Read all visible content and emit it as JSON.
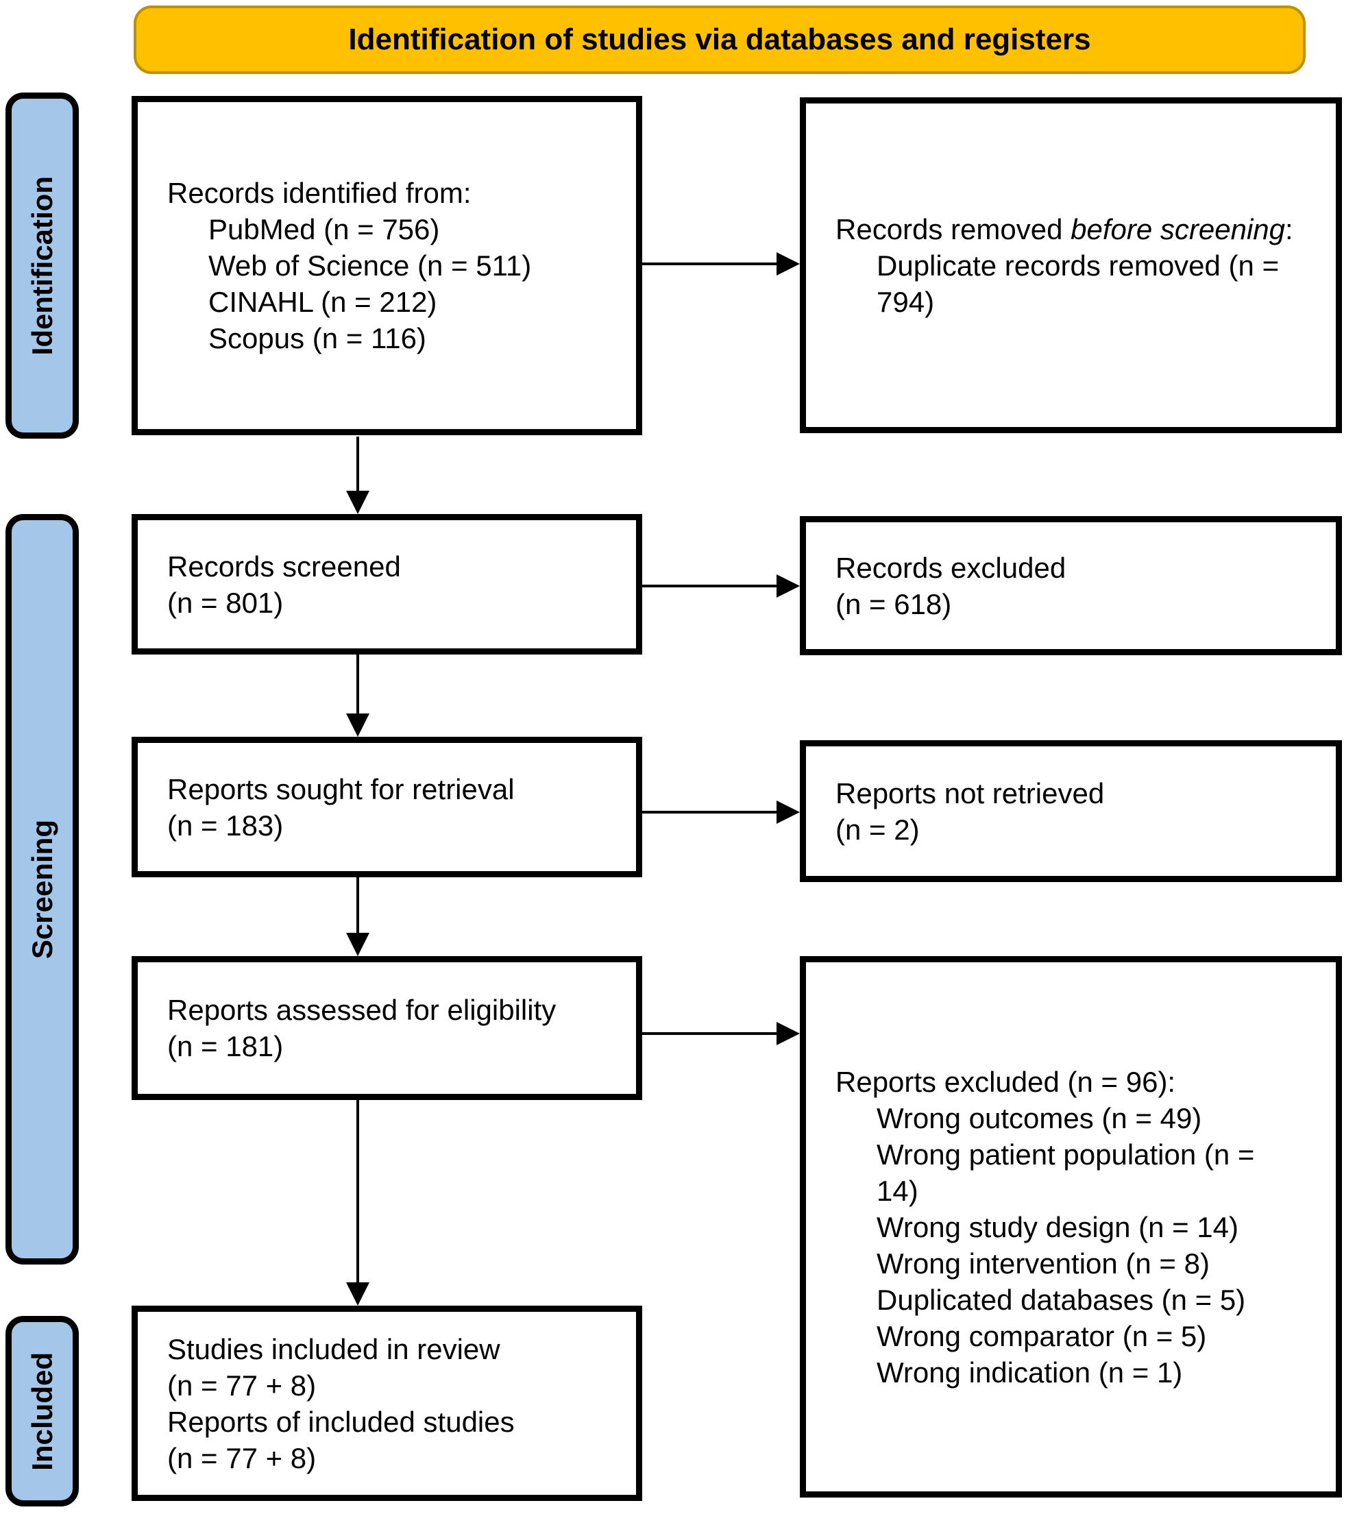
{
  "colors": {
    "banner_fill": "#FFC000",
    "banner_border": "#BF9000",
    "sidebar_fill": "#A4C6E8",
    "box_fill": "#FFFFFF",
    "box_border": "#000000",
    "text": "#000000"
  },
  "banner": {
    "label": "Identification of studies via databases and registers"
  },
  "sidebar": {
    "identification": {
      "label": "Identification"
    },
    "screening": {
      "label": "Screening"
    },
    "included": {
      "label": "Included"
    }
  },
  "boxes": {
    "records_identified": {
      "lines": [
        {
          "text": "Records identified from:",
          "indent": 0
        },
        {
          "text": "PubMed (n = 756)",
          "indent": 1
        },
        {
          "text": "Web of Science (n = 511)",
          "indent": 1
        },
        {
          "text": "CINAHL (n = 212)",
          "indent": 1
        },
        {
          "text": "Scopus (n = 116)",
          "indent": 1
        }
      ]
    },
    "records_removed": {
      "lines": [
        {
          "parts": [
            {
              "text": "Records removed ",
              "italic": false
            },
            {
              "text": "before screening",
              "italic": true
            },
            {
              "text": ":",
              "italic": false
            }
          ],
          "indent": 0
        },
        {
          "text": "Duplicate records removed (n =",
          "indent": 1
        },
        {
          "text": "794)",
          "indent": 1
        }
      ]
    },
    "records_screened": {
      "lines": [
        {
          "text": "Records screened",
          "indent": 0
        },
        {
          "text": "(n = 801)",
          "indent": 0
        }
      ]
    },
    "records_excluded": {
      "lines": [
        {
          "text": "Records excluded",
          "indent": 0
        },
        {
          "text": "(n = 618)",
          "indent": 0
        }
      ]
    },
    "reports_sought": {
      "lines": [
        {
          "text": "Reports sought for retrieval",
          "indent": 0
        },
        {
          "text": "(n = 183)",
          "indent": 0
        }
      ]
    },
    "reports_not_retrieved": {
      "lines": [
        {
          "text": "Reports not retrieved",
          "indent": 0
        },
        {
          "text": "(n = 2)",
          "indent": 0
        }
      ]
    },
    "reports_assessed": {
      "lines": [
        {
          "text": "Reports assessed for eligibility",
          "indent": 0
        },
        {
          "text": "(n = 181)",
          "indent": 0
        }
      ]
    },
    "reports_excluded": {
      "lines": [
        {
          "text": "Reports excluded (n = 96):",
          "indent": 0
        },
        {
          "text": "Wrong outcomes (n = 49)",
          "indent": 1
        },
        {
          "text": "Wrong patient population (n =",
          "indent": 1
        },
        {
          "text": "14)",
          "indent": 1
        },
        {
          "text": "Wrong study design (n = 14)",
          "indent": 1
        },
        {
          "text": "Wrong intervention (n = 8)",
          "indent": 1
        },
        {
          "text": "Duplicated databases (n = 5)",
          "indent": 1
        },
        {
          "text": "Wrong comparator (n = 5)",
          "indent": 1
        },
        {
          "text": "Wrong indication (n = 1)",
          "indent": 1
        }
      ]
    },
    "studies_included": {
      "lines": [
        {
          "text": "Studies included in review",
          "indent": 0
        },
        {
          "text": "(n = 77 + 8)",
          "indent": 0
        },
        {
          "text": "Reports of included studies",
          "indent": 0
        },
        {
          "text": "(n = 77 + 8)",
          "indent": 0
        }
      ]
    }
  }
}
